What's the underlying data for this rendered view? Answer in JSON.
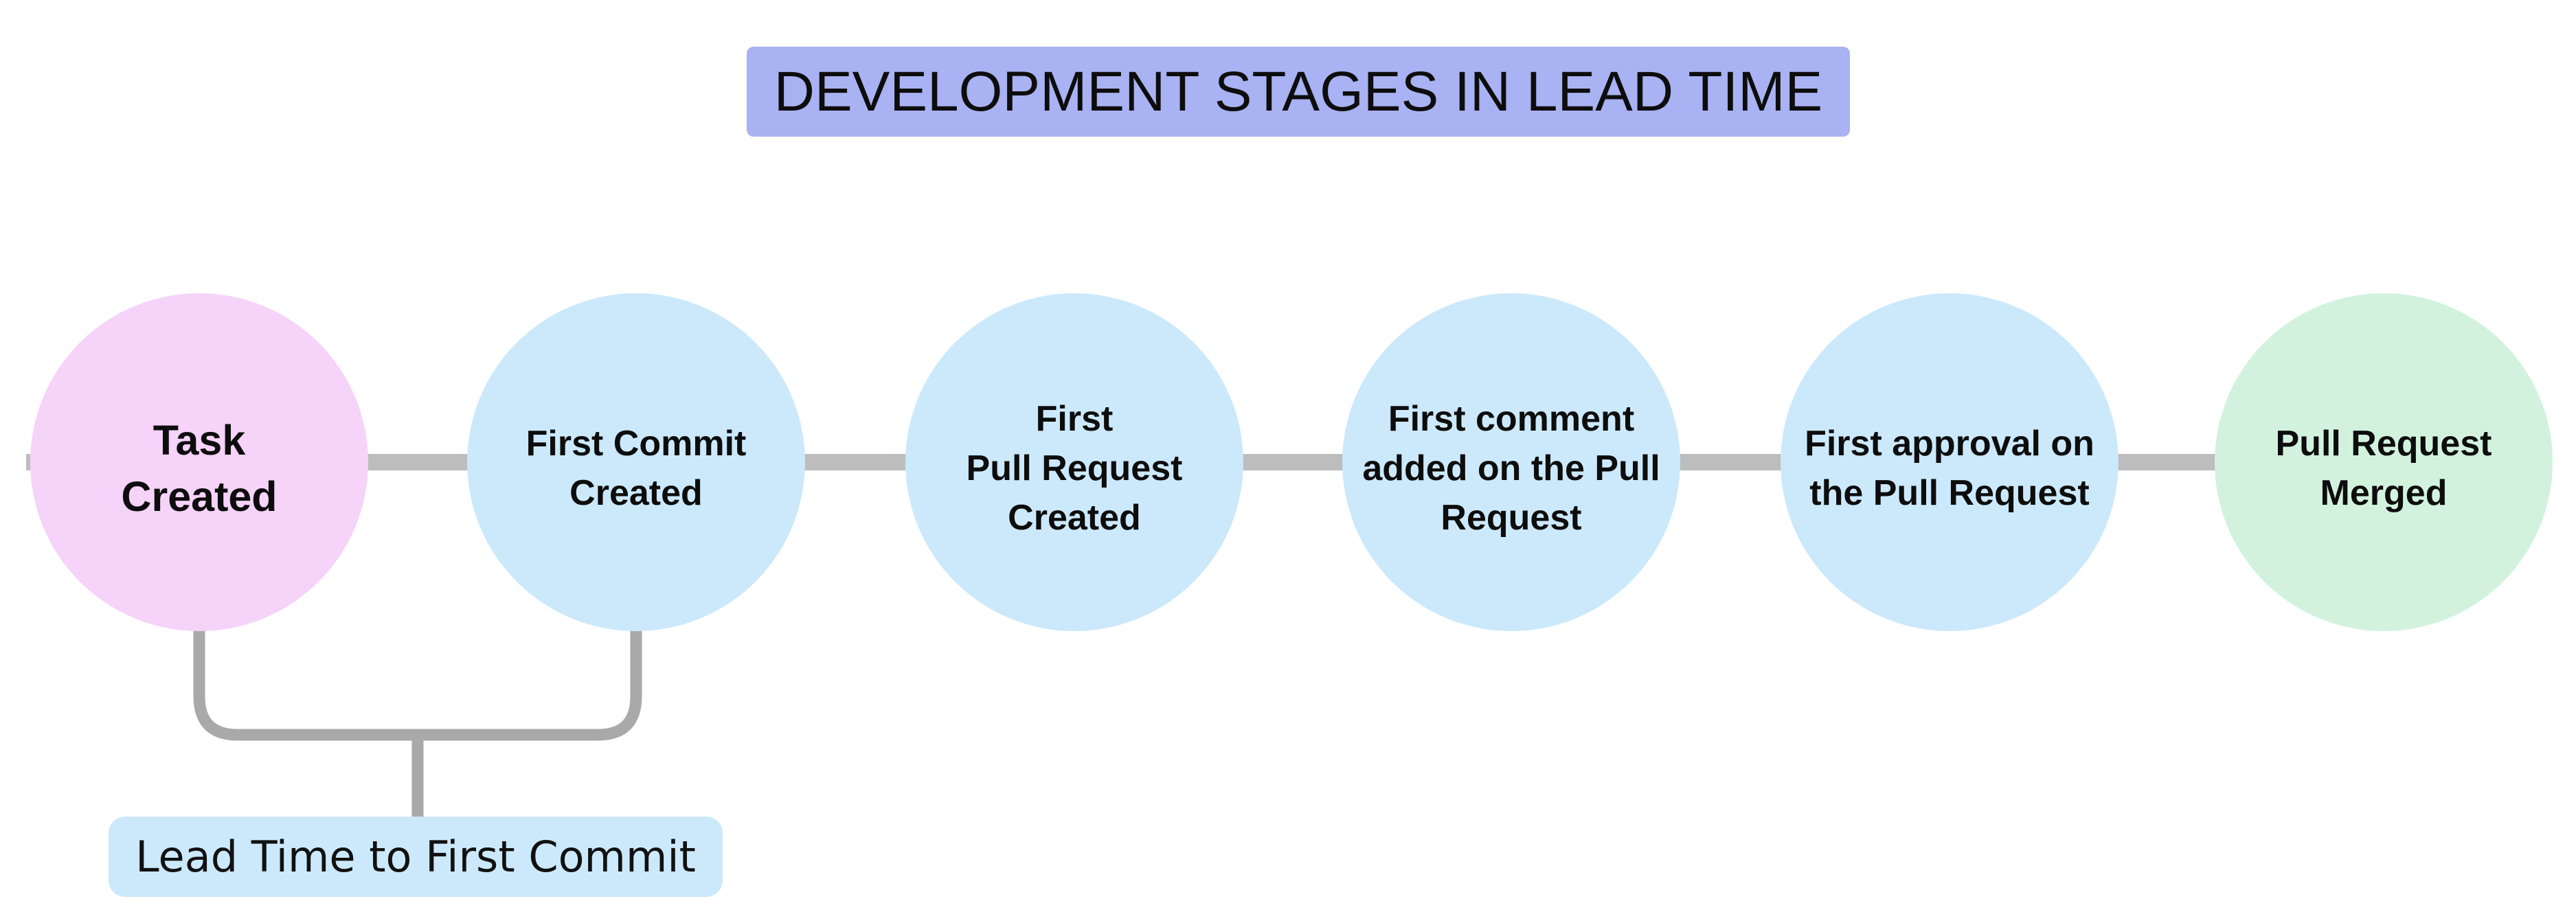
{
  "title": {
    "text": "DEVELOPMENT STAGES IN LEAD TIME"
  },
  "stages": [
    {
      "name": "task-created",
      "lines": [
        "Task",
        "Created"
      ],
      "color": "#f6d3f9"
    },
    {
      "name": "first-commit-created",
      "lines": [
        "First Commit",
        "Created"
      ],
      "color": "#cce9fb"
    },
    {
      "name": "first-pull-request-created",
      "lines": [
        "First",
        "Pull Request",
        "Created"
      ],
      "color": "#cce9fb"
    },
    {
      "name": "first-comment-added",
      "lines": [
        "First comment",
        "added on the Pull",
        "Request"
      ],
      "color": "#cce9fb"
    },
    {
      "name": "first-approval",
      "lines": [
        "First approval on",
        "the Pull Request"
      ],
      "color": "#cce9fb"
    },
    {
      "name": "pull-request-merged",
      "lines": [
        "Pull Request",
        "Merged"
      ],
      "color": "#d2f2de"
    }
  ],
  "annotation": {
    "label": "Lead Time to First Commit",
    "box_color": "#cce9fb",
    "from_stage": "Task Created",
    "to_stage": "First Commit Created"
  },
  "colors": {
    "background": "#ffffff",
    "title_bg": "#a9b2f2",
    "connector": "#bdbdbd",
    "bracket": "#a9a9a9",
    "text": "#0d0d0d"
  }
}
